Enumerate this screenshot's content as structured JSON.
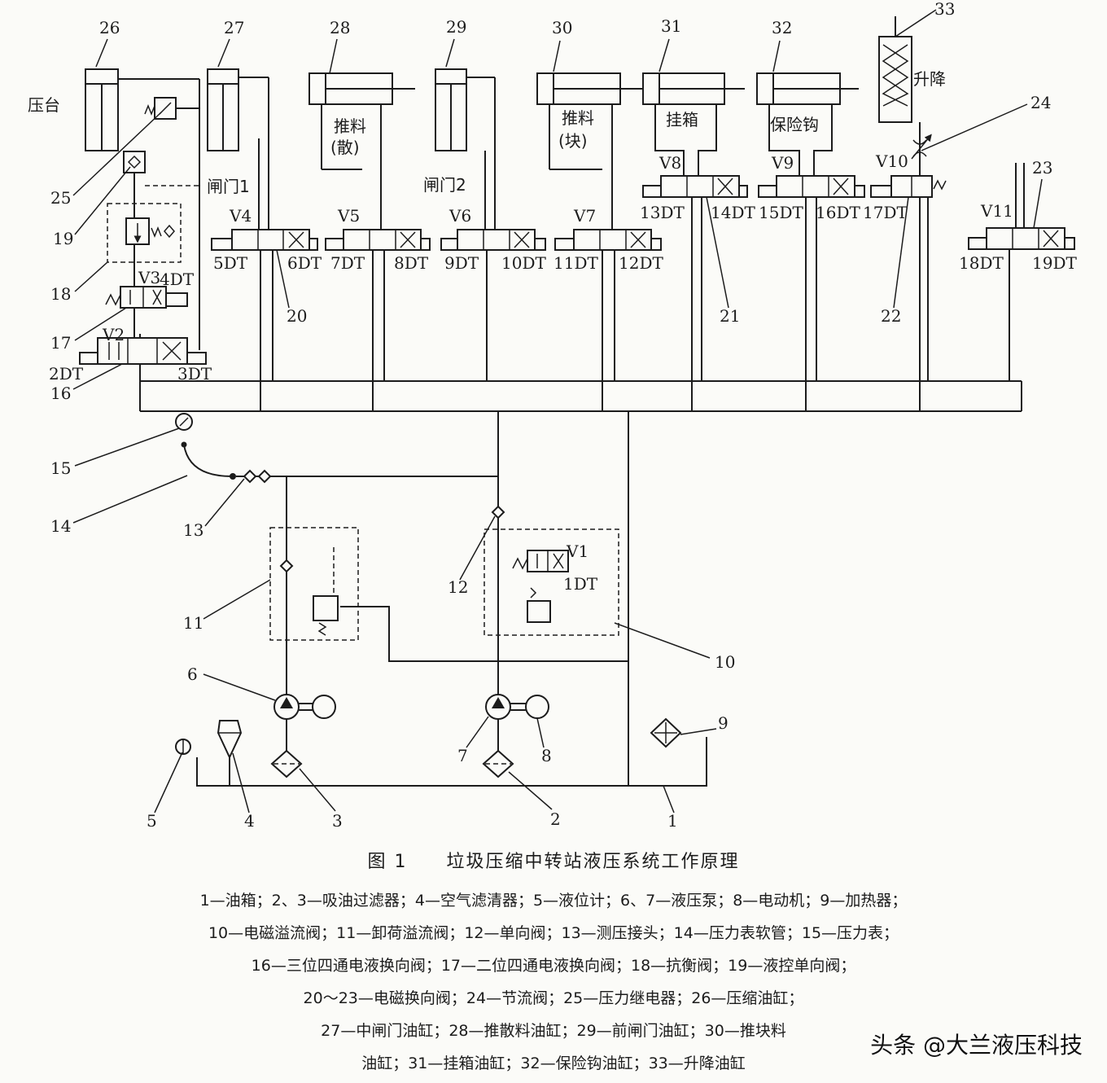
{
  "numbers": [
    "1",
    "2",
    "3",
    "4",
    "5",
    "6",
    "7",
    "8",
    "9",
    "10",
    "11",
    "12",
    "13",
    "14",
    "15",
    "16",
    "17",
    "18",
    "19",
    "20",
    "21",
    "22",
    "23",
    "24",
    "25",
    "26",
    "27",
    "28",
    "29",
    "30",
    "31",
    "32",
    "33"
  ],
  "valves": [
    "V1",
    "V2",
    "V3",
    "V4",
    "V5",
    "V6",
    "V7",
    "V8",
    "V9",
    "V10",
    "V11"
  ],
  "coils": [
    "1DT",
    "2DT",
    "3DT",
    "4DT",
    "5DT",
    "6DT",
    "7DT",
    "8DT",
    "9DT",
    "10DT",
    "11DT",
    "12DT",
    "13DT",
    "14DT",
    "15DT",
    "16DT",
    "17DT",
    "18DT",
    "19DT"
  ],
  "cylinder_labels": {
    "press_table": "压台",
    "gate1": "闸门1",
    "push_loose_1": "推料",
    "push_loose_2": "(散)",
    "gate2": "闸门2",
    "push_block_1": "推料",
    "push_block_2": "(块)",
    "hang_box": "挂箱",
    "safety_hook": "保险钩",
    "lift": "升降"
  },
  "caption": {
    "title": "图 1　　垃圾压缩中转站液压系统工作原理",
    "lines": [
      "1—油箱；2、3—吸油过滤器；4—空气滤清器；5—液位计；6、7—液压泵；8—电动机；9—加热器；",
      "10—电磁溢流阀；11—卸荷溢流阀；12—单向阀；13—测压接头；14—压力表软管；15—压力表；",
      "16—三位四通电液换向阀；17—二位四通电液换向阀；18—抗衡阀；19—液控单向阀；",
      "20～23—电磁换向阀；24—节流阀；25—压力继电器；26—压缩油缸；",
      "27—中闸门油缸；28—推散料油缸；29—前闸门油缸；30—推块料",
      "油缸；31—挂箱油缸；32—保险钩油缸；33—升降油缸"
    ]
  },
  "watermark": "头条 @大兰液压科技"
}
